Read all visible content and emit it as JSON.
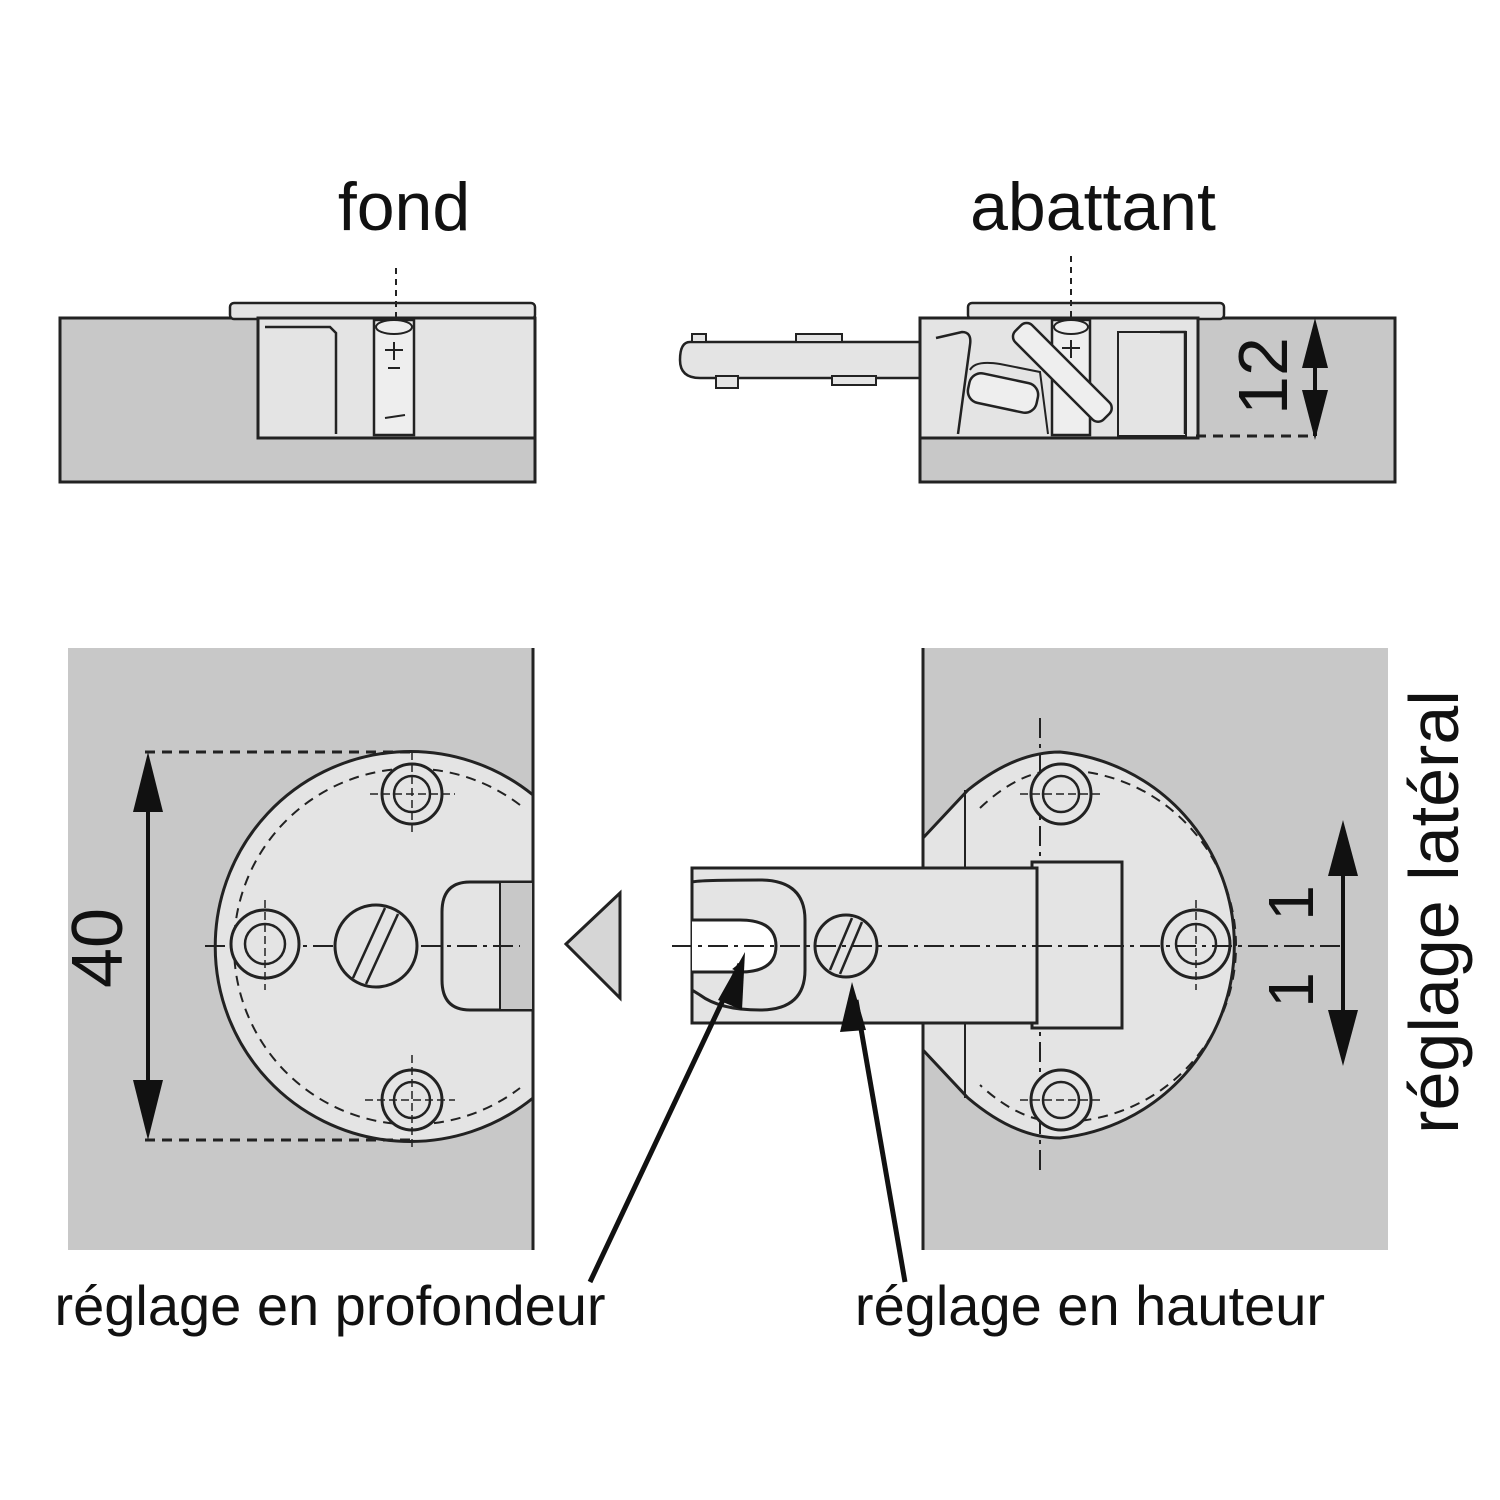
{
  "labels": {
    "fond": "fond",
    "abattant": "abattant",
    "depth_adjust": "réglage en profondeur",
    "height_adjust": "réglage en hauteur",
    "lateral_adjust": "réglage latéral"
  },
  "dimensions": {
    "cup_depth": "12",
    "cup_diameter": "40",
    "lateral_plus": "1",
    "lateral_minus": "1"
  },
  "colors": {
    "panel": "#c8c8c8",
    "part": "#e4e4e4",
    "line": "#222222"
  }
}
